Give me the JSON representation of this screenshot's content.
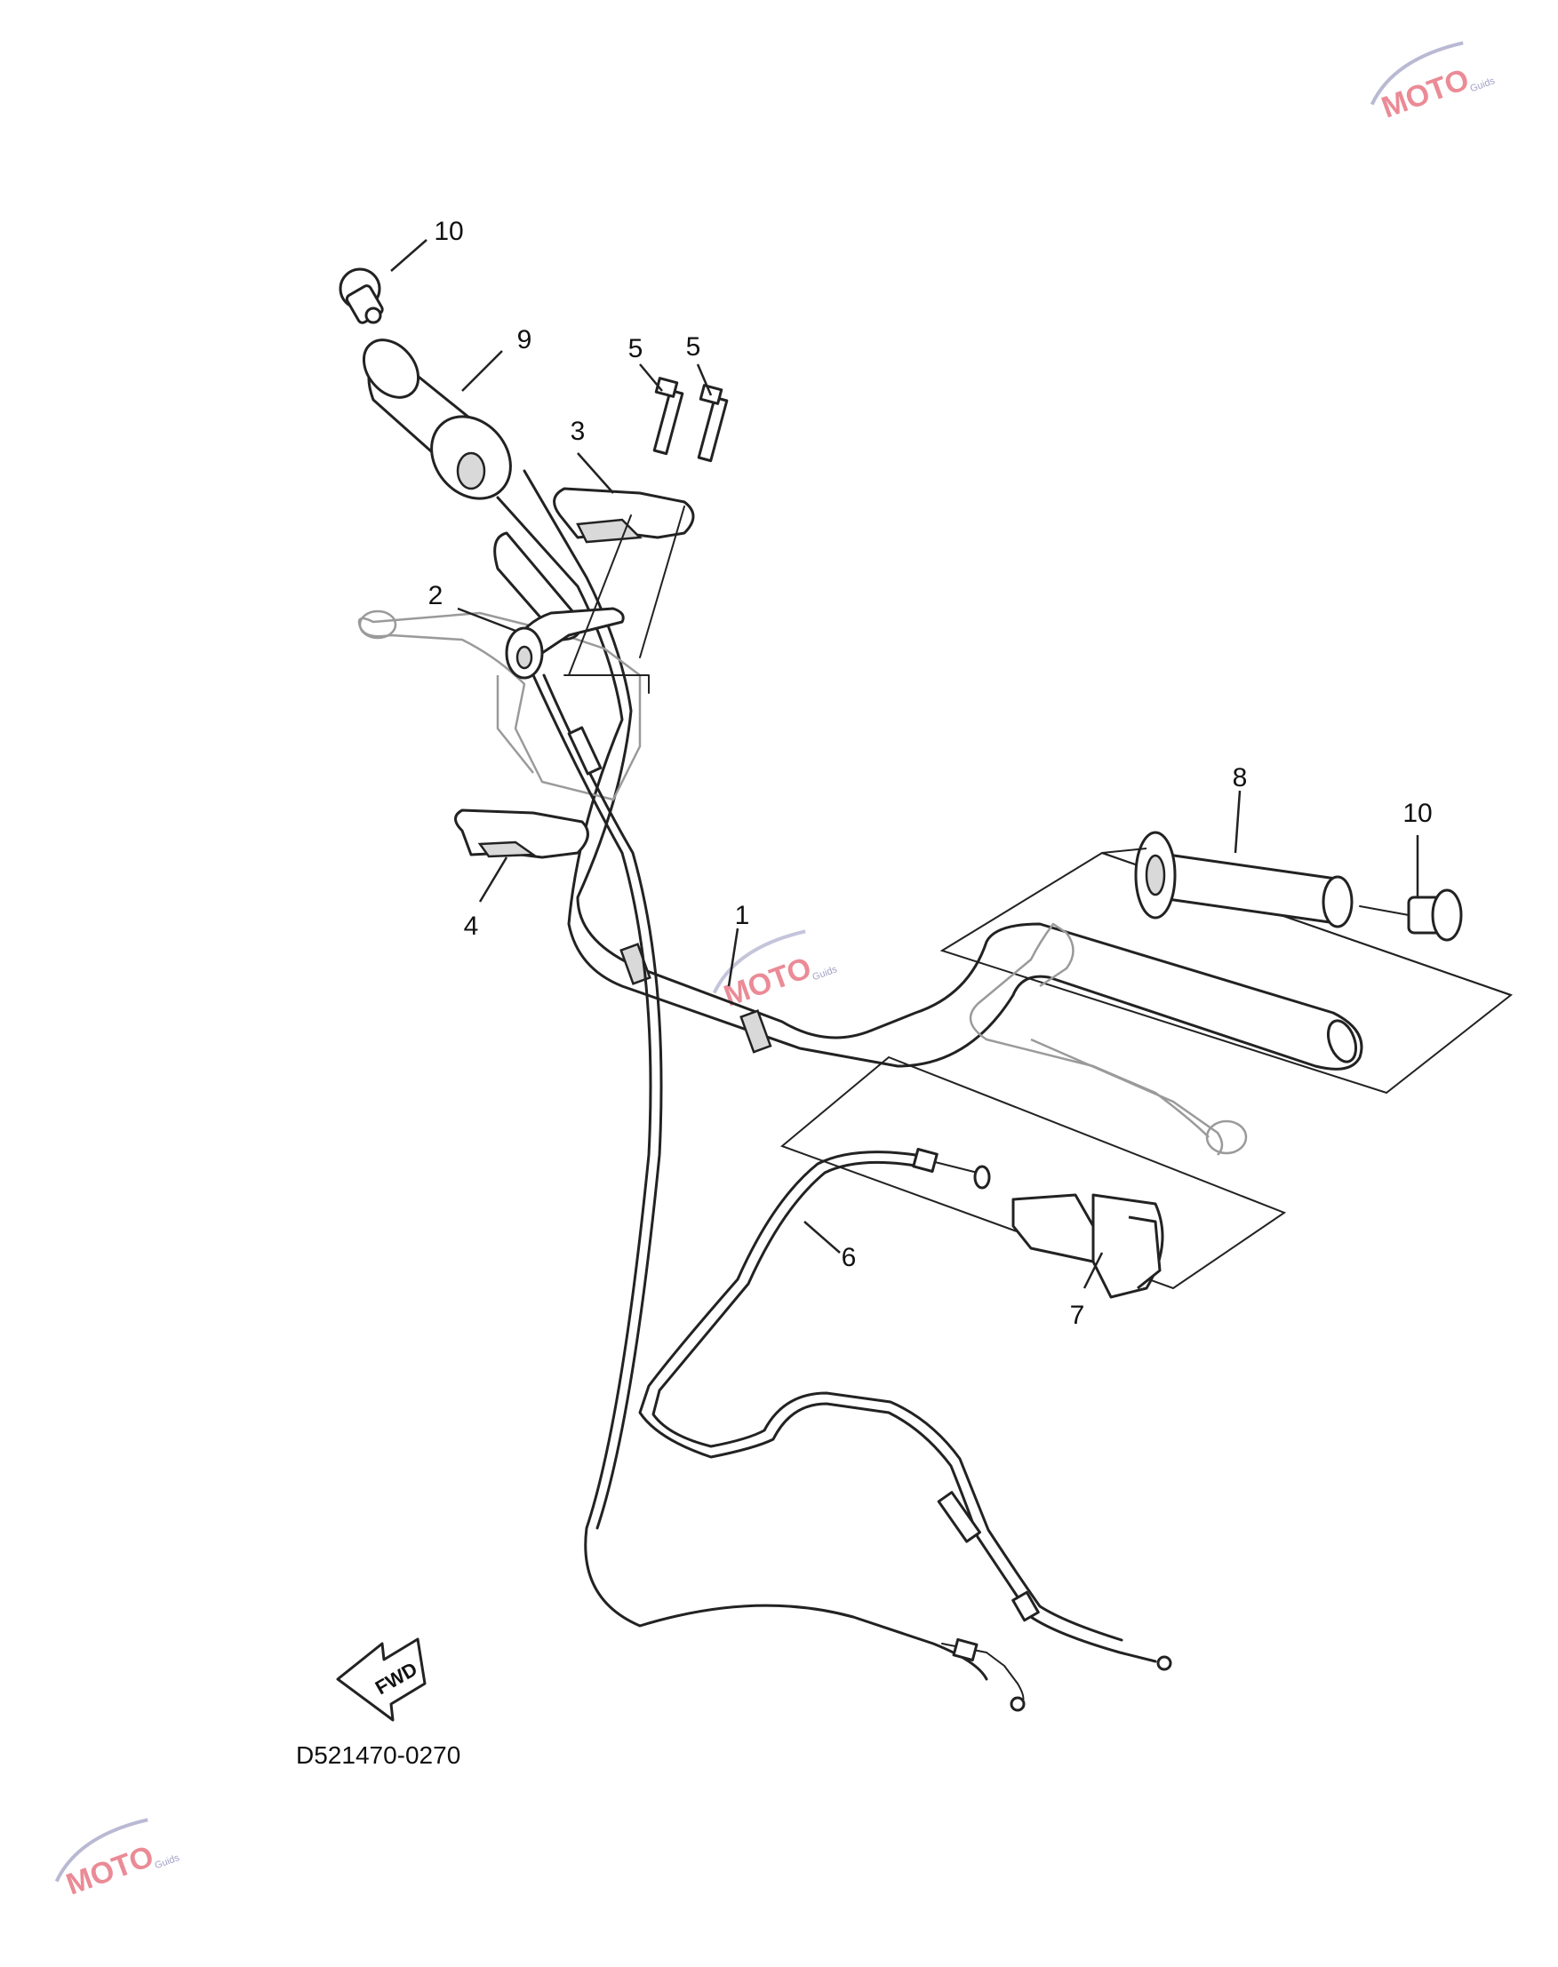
{
  "diagram": {
    "code": "D521470-0270",
    "direction_label": "FWD",
    "callouts": [
      "1",
      "2",
      "3",
      "4",
      "5",
      "5",
      "6",
      "7",
      "8",
      "9",
      "10",
      "10"
    ]
  },
  "watermark": {
    "logo_text": "MOTO",
    "sub_text": "Guids"
  }
}
